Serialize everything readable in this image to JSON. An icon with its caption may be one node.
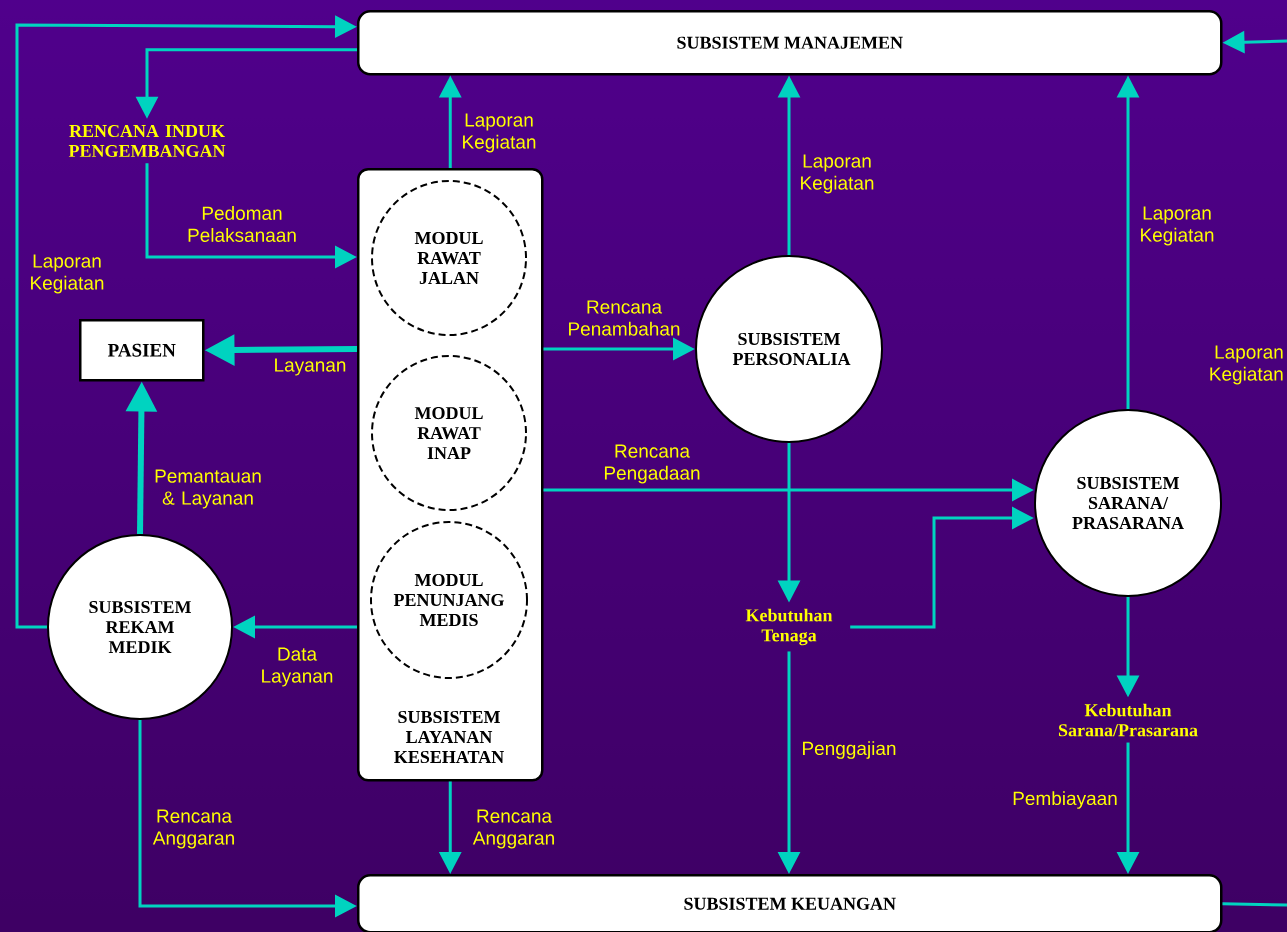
{
  "diagram": {
    "nodes": [
      {
        "text": [
          "SUBSISTEM MANAJEMEN"
        ]
      },
      {
        "text": [
          "RENCANA INDUK PENGEMBANGAN"
        ]
      },
      {
        "text": [
          "SUBSISTEM LAYANAN KESEHATAN"
        ]
      },
      {
        "text": [
          "MODUL RAWAT JALAN"
        ],
        "in": 2
      },
      {
        "text": [
          "MODUL RAWAT INAP"
        ],
        "in": 2
      },
      {
        "text": [
          "MODUL PENUNJANG MEDIS"
        ],
        "in": 2
      },
      {
        "text": [
          "PASIEN"
        ]
      },
      {
        "text": [
          "SUBSISTEM PERSONALIA"
        ]
      },
      {
        "text": [
          "SUBSISTEM SARANA/ PRASARANA"
        ]
      },
      {
        "text": [
          "SUBSISTEM REKAM MEDIK"
        ]
      },
      {
        "text": [
          "Kebutuhan Tenaga"
        ]
      },
      {
        "text": [
          "Kebutuhan Sarana/Prasarana"
        ]
      },
      {
        "text": [
          "SUBSISTEM KEUANGAN"
        ]
      }
    ],
    "edges": [
      {
        "from": 9,
        "to": 0,
        "arrow": "to",
        "label": "Laporan Kegiatan"
      },
      {
        "from": 0,
        "to": 1,
        "arrow": "to"
      },
      {
        "from": 1,
        "to": 2,
        "arrow": "to",
        "label": "Pedoman Pelaksanaan"
      },
      {
        "from": 2,
        "to": 0,
        "arrow": "to",
        "label": "Laporan Kegiatan"
      },
      {
        "from": 2,
        "to": 6,
        "arrow": "to",
        "label": "Layanan",
        "style": "thick"
      },
      {
        "from": 9,
        "to": 6,
        "arrow": "to",
        "label": "Pemantauan & Layanan",
        "style": "thick"
      },
      {
        "from": 2,
        "to": 9,
        "arrow": "to",
        "label": "Data Layanan"
      },
      {
        "from": 9,
        "to": 12,
        "arrow": "to",
        "label": "Rencana Anggaran"
      },
      {
        "from": 2,
        "to": 12,
        "arrow": "to",
        "label": "Rencana Anggaran"
      },
      {
        "from": 2,
        "to": 7,
        "arrow": "to",
        "label": "Rencana Penambahan"
      },
      {
        "from": 7,
        "to": 0,
        "arrow": "to",
        "label": "Laporan Kegiatan"
      },
      {
        "from": 2,
        "to": 8,
        "arrow": "to",
        "label": "Rencana Pengadaan"
      },
      {
        "from": 7,
        "to": 10,
        "arrow": "to"
      },
      {
        "from": 10,
        "to": 8,
        "arrow": "to"
      },
      {
        "from": 10,
        "to": 12,
        "arrow": "to",
        "label": "Penggajian"
      },
      {
        "from": 8,
        "to": 0,
        "arrow": "to",
        "label": "Laporan Kegiatan"
      },
      {
        "from": 8,
        "to": 11,
        "arrow": "to"
      },
      {
        "from": 11,
        "to": 12,
        "arrow": "to",
        "label": "Pembiayaan"
      },
      {
        "from": null,
        "to": 0,
        "arrow": "to"
      },
      {
        "from": 12,
        "to": null,
        "arrow": "none"
      }
    ],
    "labels": [
      "Laporan Kegiatan"
    ]
  }
}
